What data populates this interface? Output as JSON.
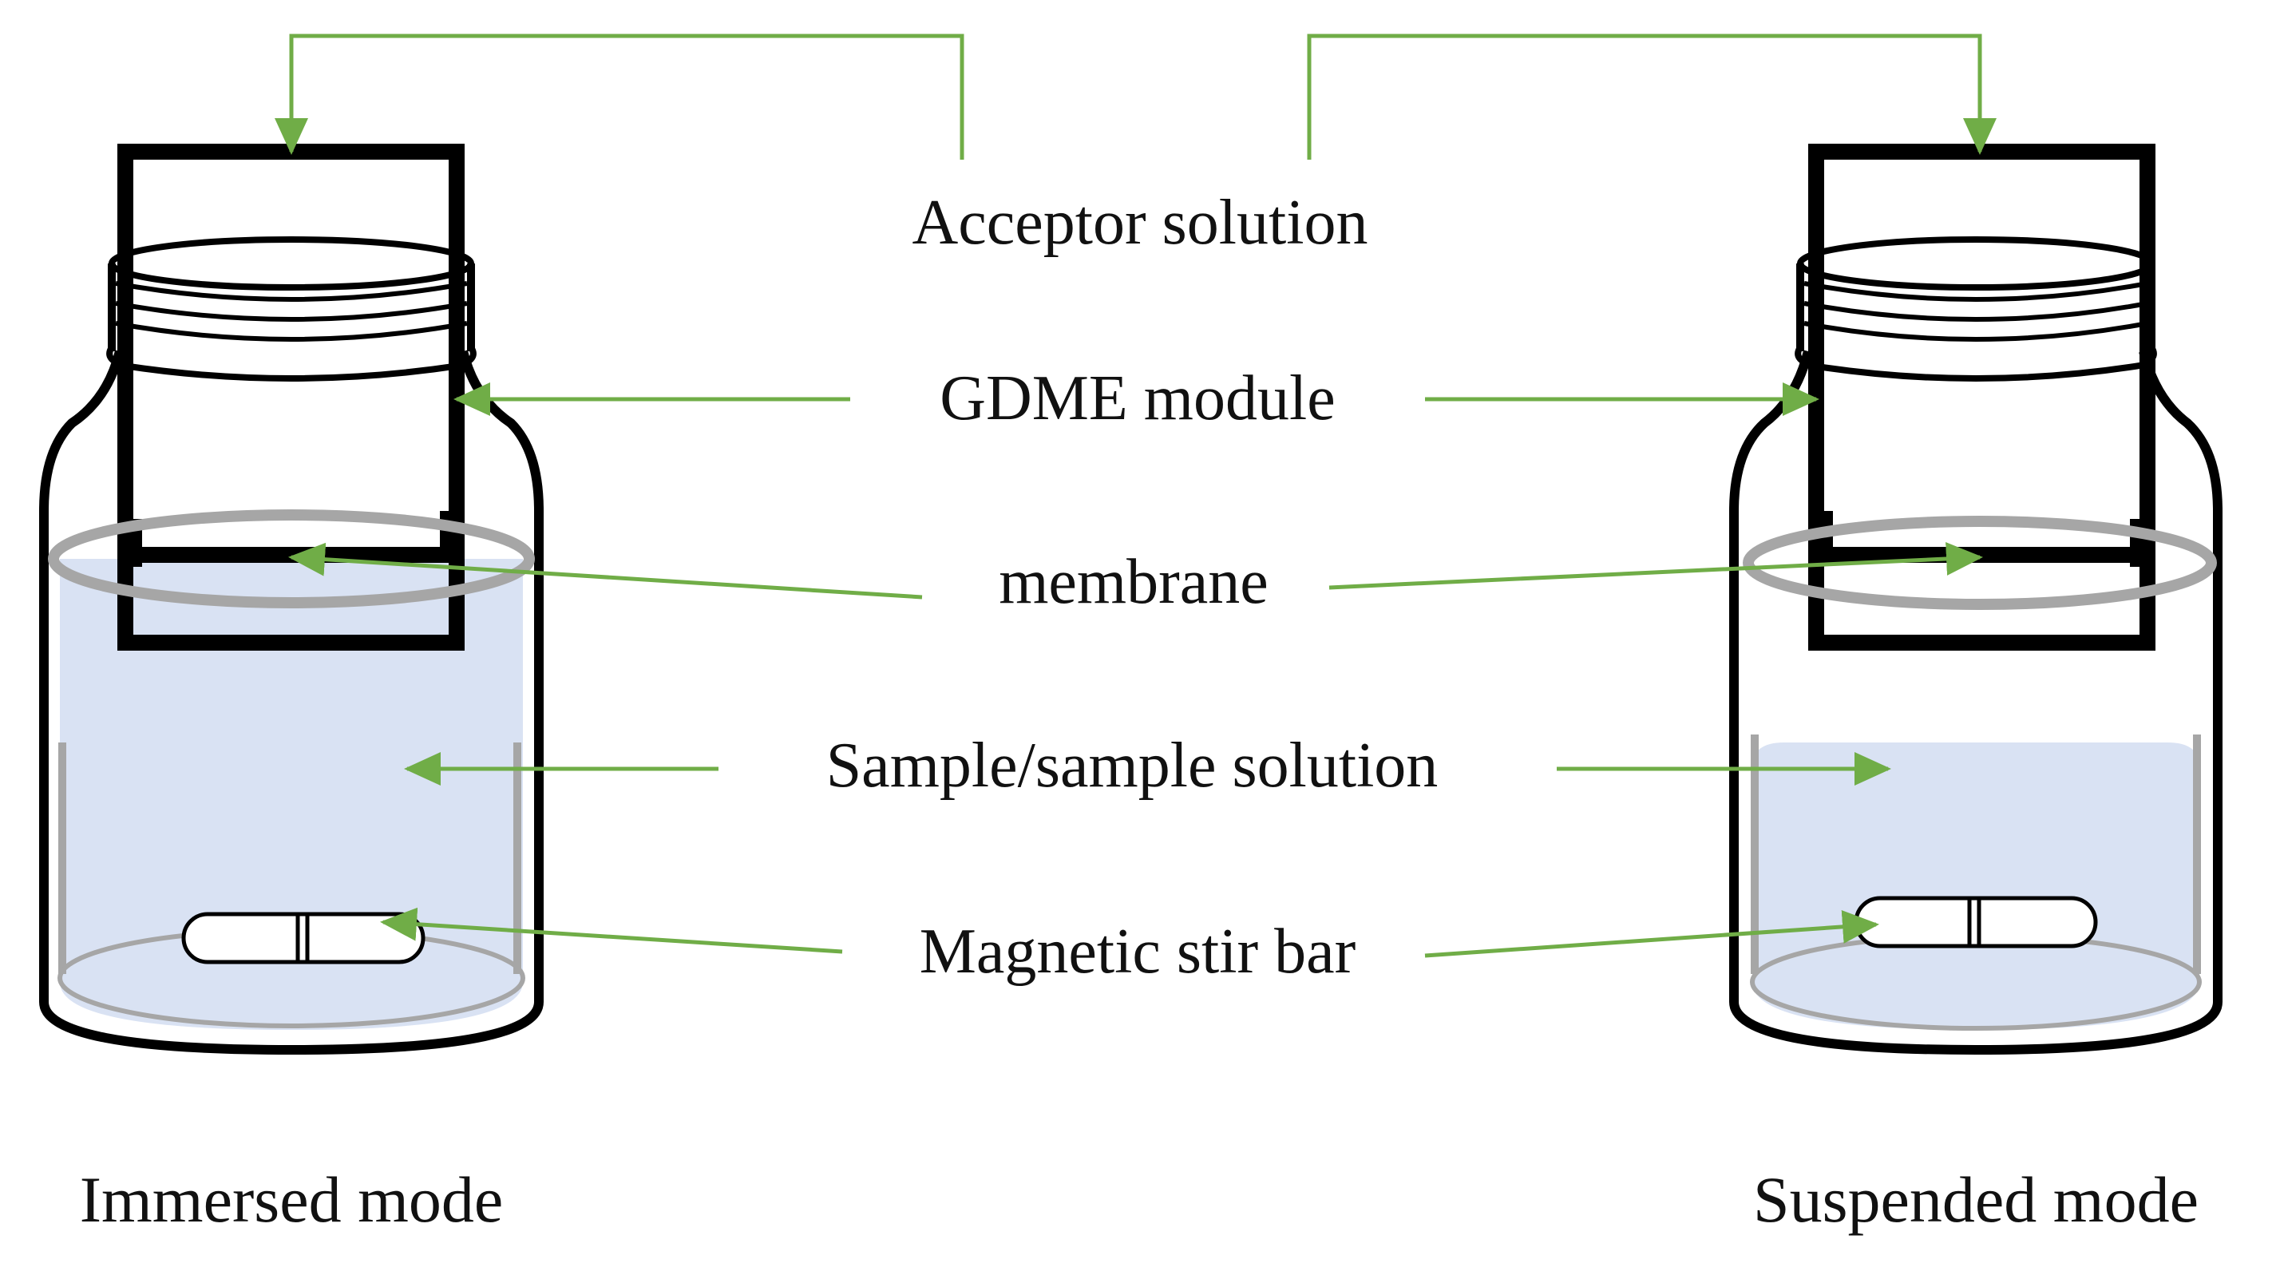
{
  "labels": {
    "acceptor": "Acceptor solution",
    "module": "GDME module",
    "membrane": "membrane",
    "sample": "Sample/sample solution",
    "stirbar": "Magnetic stir bar"
  },
  "modes": {
    "left": "Immersed mode",
    "right": "Suspended mode"
  },
  "colors": {
    "arrow": "#70ad47",
    "liquid": "#d9e2f3",
    "outline": "#000000",
    "ring": "#a6a6a6"
  }
}
